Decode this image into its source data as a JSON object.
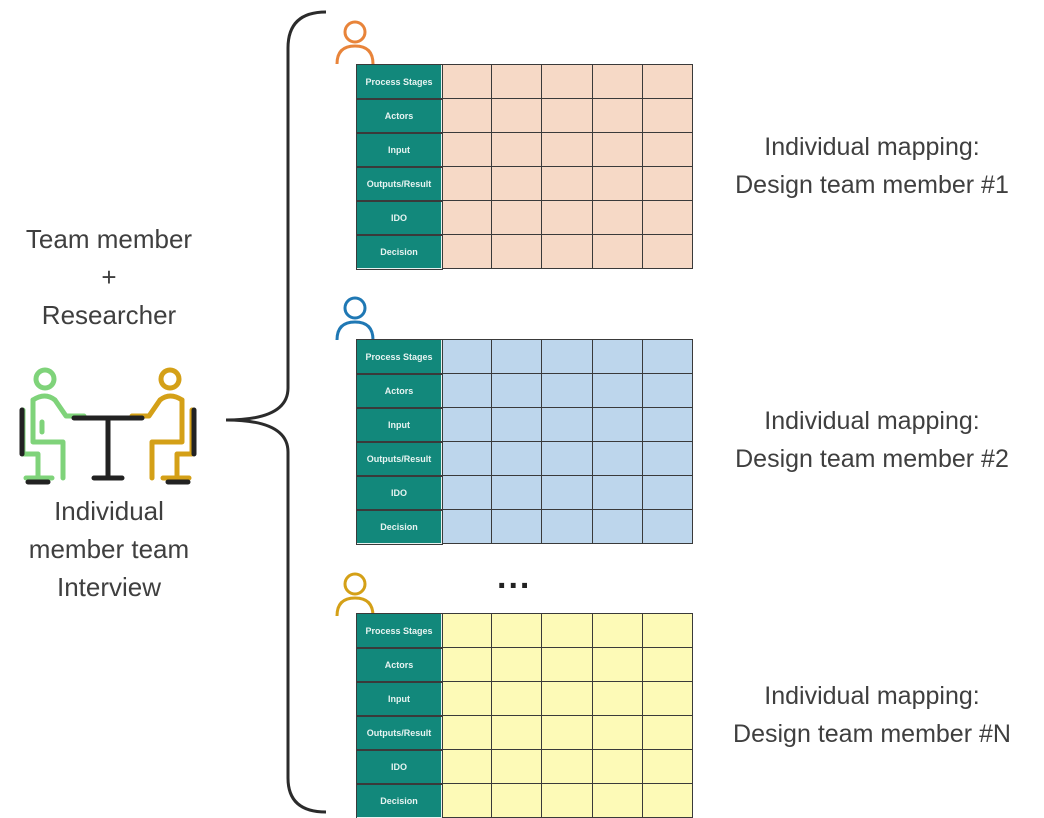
{
  "left": {
    "title_lines": [
      "Team member",
      "+",
      "Researcher"
    ],
    "caption_lines": [
      "Individual",
      "member team",
      "Interview"
    ]
  },
  "row_labels": [
    "Process Stages",
    "Actors",
    "Input",
    "Outputs/Result",
    "IDO",
    "Decision"
  ],
  "maps": [
    {
      "caption_lines": [
        "Individual mapping:",
        "Design team member #1"
      ],
      "fill": "#f6d9c6",
      "icon_color": "#e8843a"
    },
    {
      "caption_lines": [
        "Individual mapping:",
        "Design team member #2"
      ],
      "fill": "#bdd6ec",
      "icon_color": "#1f78b4"
    },
    {
      "caption_lines": [
        "Individual mapping:",
        "Design team member #N"
      ],
      "fill": "#fdfab7",
      "icon_color": "#d4a017"
    }
  ],
  "ellipsis": "...",
  "colors": {
    "header_teal": "#12887b",
    "green_person": "#7fd37a",
    "gold_person": "#d4a017"
  },
  "icons": [
    "user-icon",
    "interview-icon",
    "brace"
  ]
}
